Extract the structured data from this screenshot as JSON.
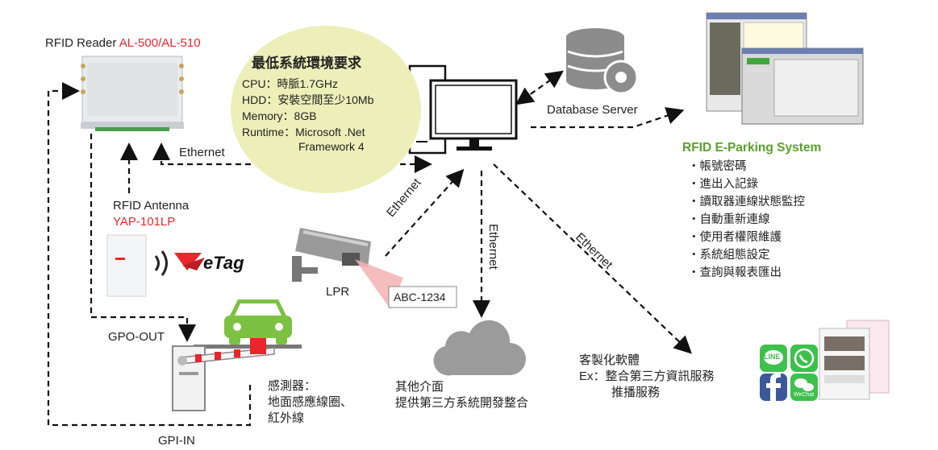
{
  "reader": {
    "label_prefix": "RFID Reader ",
    "model": "AL-500/AL-510"
  },
  "antenna": {
    "label": "RFID Antenna",
    "model": "YAP-101LP",
    "brand": "eTag"
  },
  "requirements": {
    "title": "最低系統環境要求",
    "lines": [
      "CPU：時脈1.7GHz",
      "HDD：安裝空間至少10Mb",
      "Memory：8GB",
      "Runtime：Microsoft .Net",
      "Framework 4"
    ]
  },
  "links": {
    "ethernet_reader": "Ethernet",
    "ethernet_lpr": "Ethernet",
    "ethernet_cloud": "Ethernet",
    "ethernet_custom": "Ethernet",
    "database_server": "Database Server",
    "gpo_out": "GPO-OUT",
    "gpi_in": "GPI-IN"
  },
  "lpr": {
    "label": "LPR",
    "plate": "ABC-1234"
  },
  "sensor": {
    "lines": [
      "感測器：",
      "地面感應線圈、",
      "紅外線"
    ]
  },
  "other": {
    "lines": [
      "其他介面",
      "提供第三方系統開發整合"
    ]
  },
  "custom": {
    "lines": [
      "客製化軟體",
      "Ex：整合第三方資訊服務",
      "推播服務"
    ]
  },
  "parking": {
    "title": "RFID E-Parking System",
    "features": [
      "・帳號密碼",
      "・進出入記錄",
      "・讀取器連線狀態監控",
      "・自動重新連線",
      "・使用者權限維護",
      "・系統組態設定",
      "・查詢與報表匯出"
    ]
  },
  "apps": {
    "line": "LINE",
    "wechat": "WeChat"
  },
  "colors": {
    "accent_red": "#e8262b",
    "green": "#5aa12a",
    "car": "#7cc142",
    "req_bg": "#ecefb8"
  }
}
